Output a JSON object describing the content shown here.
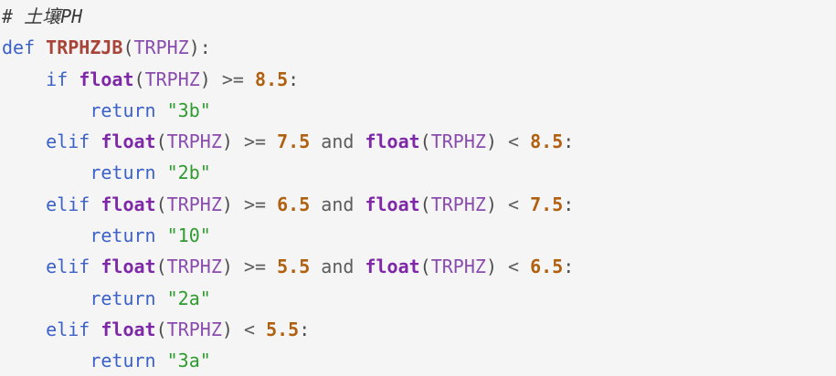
{
  "page": {
    "background_color": "#f5f5f5",
    "kind": "code-snippet"
  },
  "palette": {
    "comment": "#3a3a3a",
    "keyword": "#3c61c9",
    "builtin": "#7e28a8",
    "function": "#a94438",
    "variable": "#8a4bae",
    "punct": "#4d4d4d",
    "operator": "#5c5c5c",
    "number": "#b0600f",
    "string": "#2f9b2f"
  },
  "code": {
    "language": "python",
    "lines": [
      [
        [
          "comment",
          "# 土壤PH"
        ]
      ],
      [
        [
          "keyword",
          "def"
        ],
        [
          "plain",
          " "
        ],
        [
          "function",
          "TRPHZJB"
        ],
        [
          "punct",
          "("
        ],
        [
          "variable",
          "TRPHZ"
        ],
        [
          "punct",
          "):"
        ]
      ],
      [
        [
          "plain",
          "    "
        ],
        [
          "keyword",
          "if"
        ],
        [
          "plain",
          " "
        ],
        [
          "builtin",
          "float"
        ],
        [
          "punct",
          "("
        ],
        [
          "variable",
          "TRPHZ"
        ],
        [
          "punct",
          ")"
        ],
        [
          "plain",
          " "
        ],
        [
          "operator",
          ">="
        ],
        [
          "plain",
          " "
        ],
        [
          "number",
          "8.5"
        ],
        [
          "punct",
          ":"
        ]
      ],
      [
        [
          "plain",
          "        "
        ],
        [
          "keyword",
          "return"
        ],
        [
          "plain",
          " "
        ],
        [
          "string",
          "\"3b\""
        ]
      ],
      [
        [
          "plain",
          "    "
        ],
        [
          "keyword",
          "elif"
        ],
        [
          "plain",
          " "
        ],
        [
          "builtin",
          "float"
        ],
        [
          "punct",
          "("
        ],
        [
          "variable",
          "TRPHZ"
        ],
        [
          "punct",
          ")"
        ],
        [
          "plain",
          " "
        ],
        [
          "operator",
          ">="
        ],
        [
          "plain",
          " "
        ],
        [
          "number",
          "7.5"
        ],
        [
          "plain",
          " "
        ],
        [
          "operator",
          "and"
        ],
        [
          "plain",
          " "
        ],
        [
          "builtin",
          "float"
        ],
        [
          "punct",
          "("
        ],
        [
          "variable",
          "TRPHZ"
        ],
        [
          "punct",
          ")"
        ],
        [
          "plain",
          " "
        ],
        [
          "operator",
          "<"
        ],
        [
          "plain",
          " "
        ],
        [
          "number",
          "8.5"
        ],
        [
          "punct",
          ":"
        ]
      ],
      [
        [
          "plain",
          "        "
        ],
        [
          "keyword",
          "return"
        ],
        [
          "plain",
          " "
        ],
        [
          "string",
          "\"2b\""
        ]
      ],
      [
        [
          "plain",
          "    "
        ],
        [
          "keyword",
          "elif"
        ],
        [
          "plain",
          " "
        ],
        [
          "builtin",
          "float"
        ],
        [
          "punct",
          "("
        ],
        [
          "variable",
          "TRPHZ"
        ],
        [
          "punct",
          ")"
        ],
        [
          "plain",
          " "
        ],
        [
          "operator",
          ">="
        ],
        [
          "plain",
          " "
        ],
        [
          "number",
          "6.5"
        ],
        [
          "plain",
          " "
        ],
        [
          "operator",
          "and"
        ],
        [
          "plain",
          " "
        ],
        [
          "builtin",
          "float"
        ],
        [
          "punct",
          "("
        ],
        [
          "variable",
          "TRPHZ"
        ],
        [
          "punct",
          ")"
        ],
        [
          "plain",
          " "
        ],
        [
          "operator",
          "<"
        ],
        [
          "plain",
          " "
        ],
        [
          "number",
          "7.5"
        ],
        [
          "punct",
          ":"
        ]
      ],
      [
        [
          "plain",
          "        "
        ],
        [
          "keyword",
          "return"
        ],
        [
          "plain",
          " "
        ],
        [
          "string",
          "\"10\""
        ]
      ],
      [
        [
          "plain",
          "    "
        ],
        [
          "keyword",
          "elif"
        ],
        [
          "plain",
          " "
        ],
        [
          "builtin",
          "float"
        ],
        [
          "punct",
          "("
        ],
        [
          "variable",
          "TRPHZ"
        ],
        [
          "punct",
          ")"
        ],
        [
          "plain",
          " "
        ],
        [
          "operator",
          ">="
        ],
        [
          "plain",
          " "
        ],
        [
          "number",
          "5.5"
        ],
        [
          "plain",
          " "
        ],
        [
          "operator",
          "and"
        ],
        [
          "plain",
          " "
        ],
        [
          "builtin",
          "float"
        ],
        [
          "punct",
          "("
        ],
        [
          "variable",
          "TRPHZ"
        ],
        [
          "punct",
          ")"
        ],
        [
          "plain",
          " "
        ],
        [
          "operator",
          "<"
        ],
        [
          "plain",
          " "
        ],
        [
          "number",
          "6.5"
        ],
        [
          "punct",
          ":"
        ]
      ],
      [
        [
          "plain",
          "        "
        ],
        [
          "keyword",
          "return"
        ],
        [
          "plain",
          " "
        ],
        [
          "string",
          "\"2a\""
        ]
      ],
      [
        [
          "plain",
          "    "
        ],
        [
          "keyword",
          "elif"
        ],
        [
          "plain",
          " "
        ],
        [
          "builtin",
          "float"
        ],
        [
          "punct",
          "("
        ],
        [
          "variable",
          "TRPHZ"
        ],
        [
          "punct",
          ")"
        ],
        [
          "plain",
          " "
        ],
        [
          "operator",
          "<"
        ],
        [
          "plain",
          " "
        ],
        [
          "number",
          "5.5"
        ],
        [
          "punct",
          ":"
        ]
      ],
      [
        [
          "plain",
          "        "
        ],
        [
          "keyword",
          "return"
        ],
        [
          "plain",
          " "
        ],
        [
          "string",
          "\"3a\""
        ]
      ]
    ]
  }
}
